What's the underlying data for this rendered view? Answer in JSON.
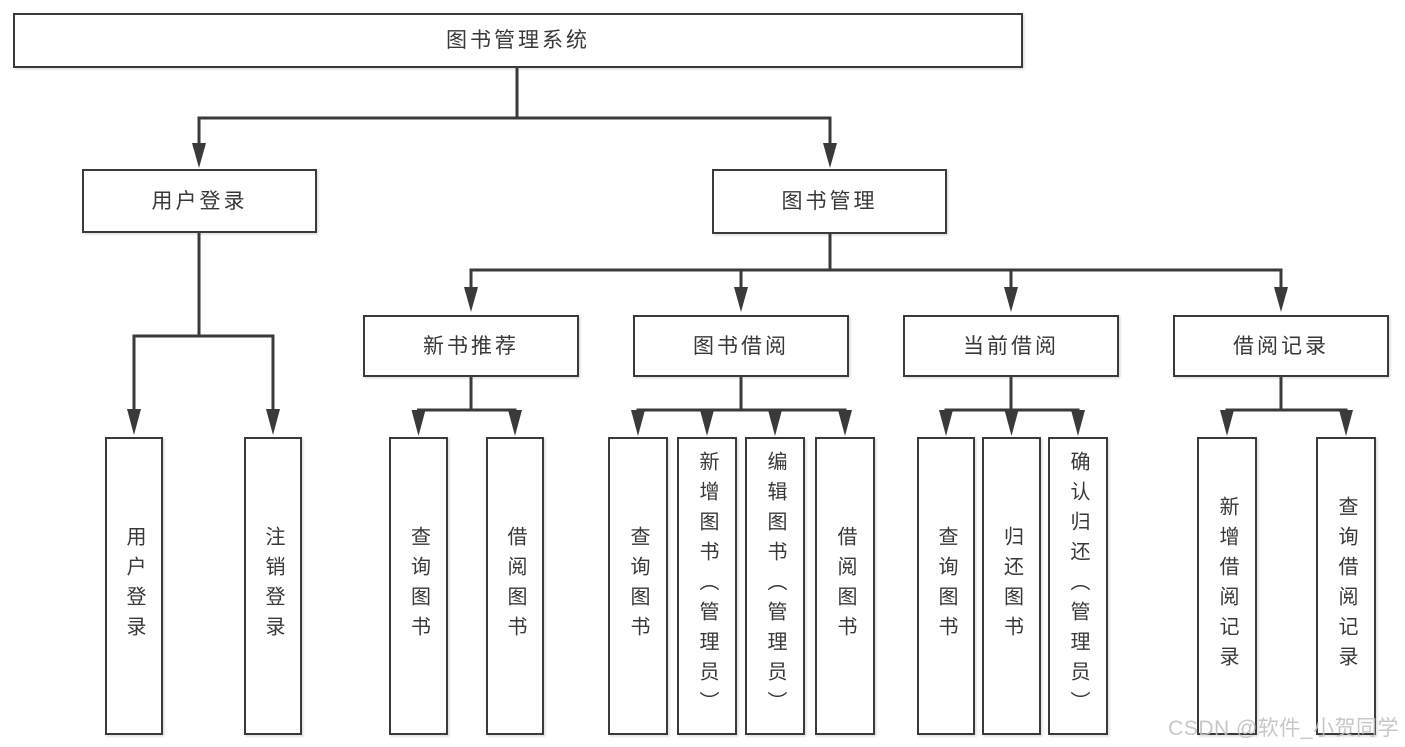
{
  "diagram": {
    "title": "图书管理系统",
    "level2": {
      "user_login": "用户登录",
      "book_mgmt": "图书管理"
    },
    "level3": {
      "new_books": "新书推荐",
      "book_borrow": "图书借阅",
      "current_borrow": "当前借阅",
      "borrow_records": "借阅记录"
    },
    "leaves": {
      "user_login": [
        "用户登录",
        "注销登录"
      ],
      "new_books": [
        "查询图书",
        "借阅图书"
      ],
      "book_borrow": [
        "查询图书",
        "新增图书（管理员）",
        "编辑图书（管理员）",
        "借阅图书"
      ],
      "current_borrow": [
        "查询图书",
        "归还图书",
        "确认归还（管理员）"
      ],
      "borrow_records": [
        "新增借阅记录",
        "查询借阅记录"
      ]
    },
    "watermark": "CSDN @软件_小贺同学",
    "colors": {
      "line": "#3a3a3a",
      "text": "#383838",
      "background": "#ffffff",
      "watermark": "#c0c0c0"
    }
  }
}
